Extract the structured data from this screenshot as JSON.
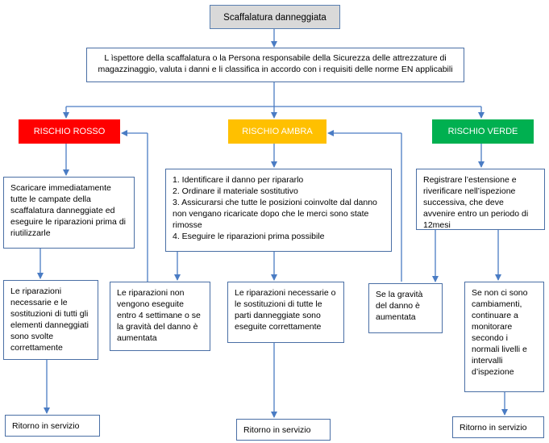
{
  "title": "Scaffalatura danneggiata",
  "intro": "L ìspettore della scaffalatura o la Persona responsabile della Sicurezza delle attrezzature di magazzinaggio, valuta i danni e li classifica in accordo con i requisiti delle norme EN applicabili",
  "risks": {
    "red": {
      "label": "RISCHIO ROSSO",
      "color": "#ff0000"
    },
    "amber": {
      "label": "RISCHIO AMBRA",
      "color": "#ffc000"
    },
    "green": {
      "label": "RISCHIO VERDE",
      "color": "#00b050"
    }
  },
  "red": {
    "action": "Scaricare immediatamente tutte le campate della scaffalatura danneggiate ed eseguire le riparazioni prima di riutilizzarle",
    "done": "Le riparazioni necessarie e le sostituzioni di tutti gli elementi danneggiati sono svolte correttamente",
    "return": "Ritorno in servizio"
  },
  "amber": {
    "steps": [
      "1. Identificare il danno per ripararlo",
      "2. Ordinare il materiale sostitutivo",
      "3. Assicurarsi che tutte le posizioni coinvolte dal danno non vengano ricaricate dopo che le merci sono state rimosse",
      "4. Eseguire le riparazioni prima possibile"
    ],
    "escalate": "Le riparazioni non vengono eseguite entro 4 settimane o se la gravità del danno è aumentata",
    "done": "Le riparazioni necessarie o le sostituzioni di tutte le parti danneggiate sono eseguite correttamente",
    "return": "Ritorno in servizio"
  },
  "green": {
    "action": "Registrare l’estensione e riverificare nell’ispezione successiva, che deve avvenire entro un periodo di 12mesi",
    "escalate": "Se la gravità del danno è aumentata",
    "unchanged": "Se non ci sono cambiamenti, continuare a monitorare secondo i normali livelli e intervalli d’ispezione",
    "return": "Ritorno in servizio"
  },
  "colors": {
    "line": "#4a7cc4",
    "border": "#4a6fa5",
    "title_bg": "#d9d9d9"
  }
}
